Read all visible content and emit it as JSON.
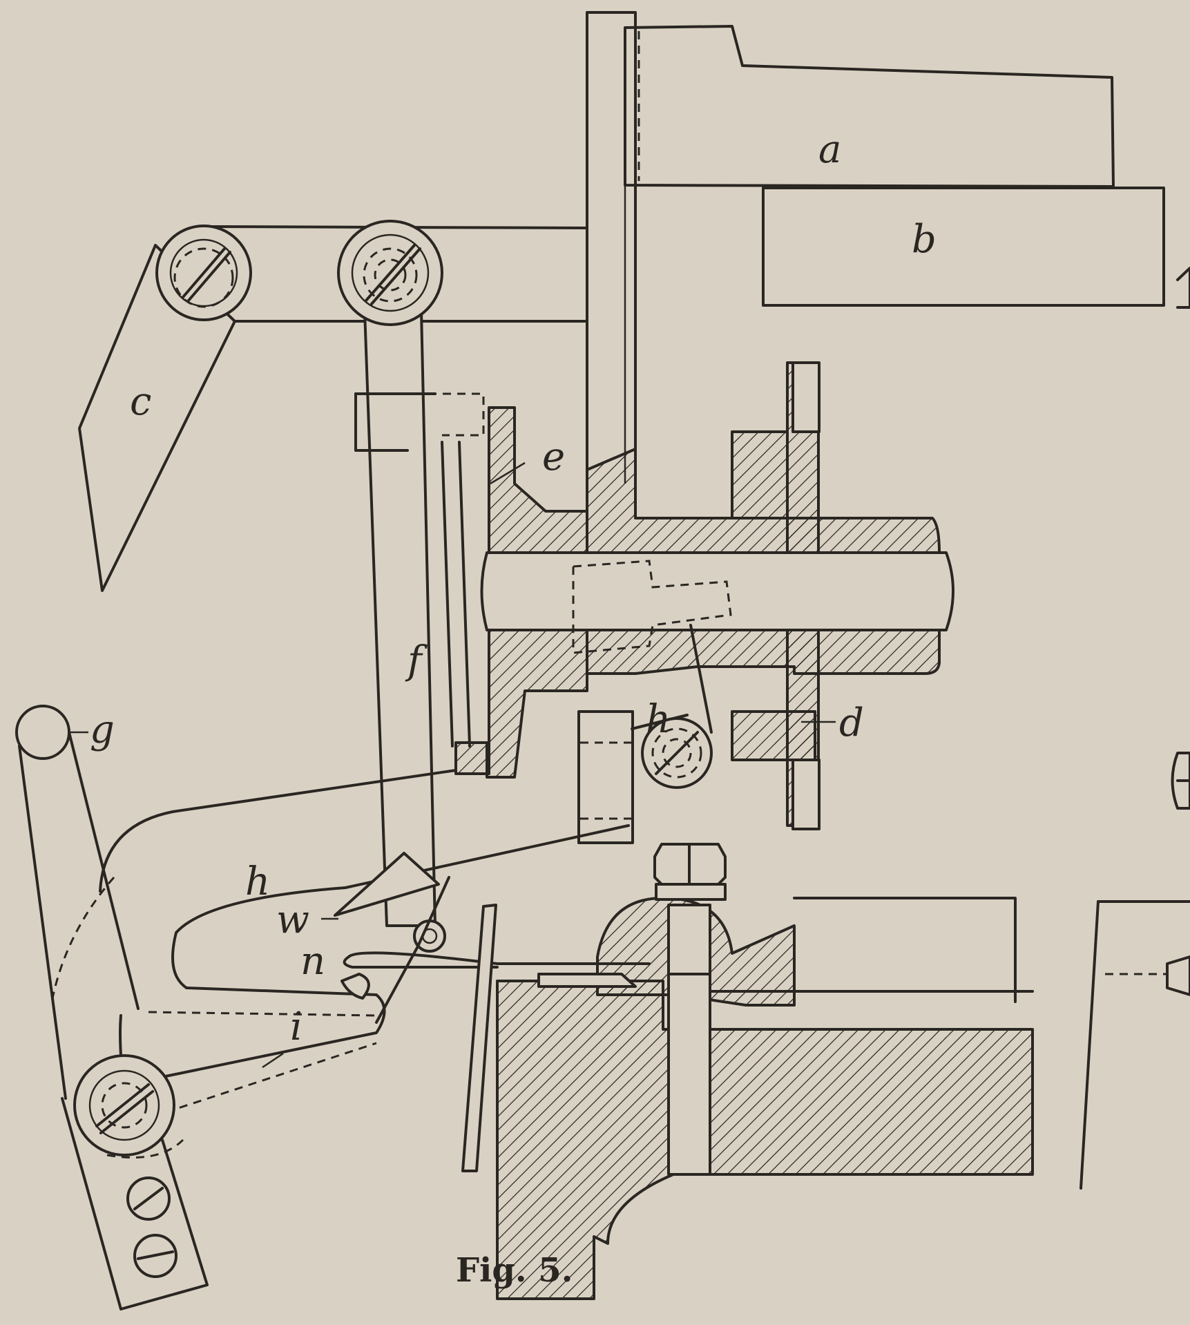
{
  "caption": "Fig. 5.",
  "labels": {
    "a": "a",
    "b": "b",
    "c": "c",
    "d": "d",
    "e": "e",
    "f": "f",
    "g": "g",
    "h_upper": "h",
    "h_lower": "h",
    "i": "i",
    "n": "n",
    "w": "w"
  },
  "colors": {
    "paper": "#d9d2c4",
    "ink": "#2a2622"
  }
}
